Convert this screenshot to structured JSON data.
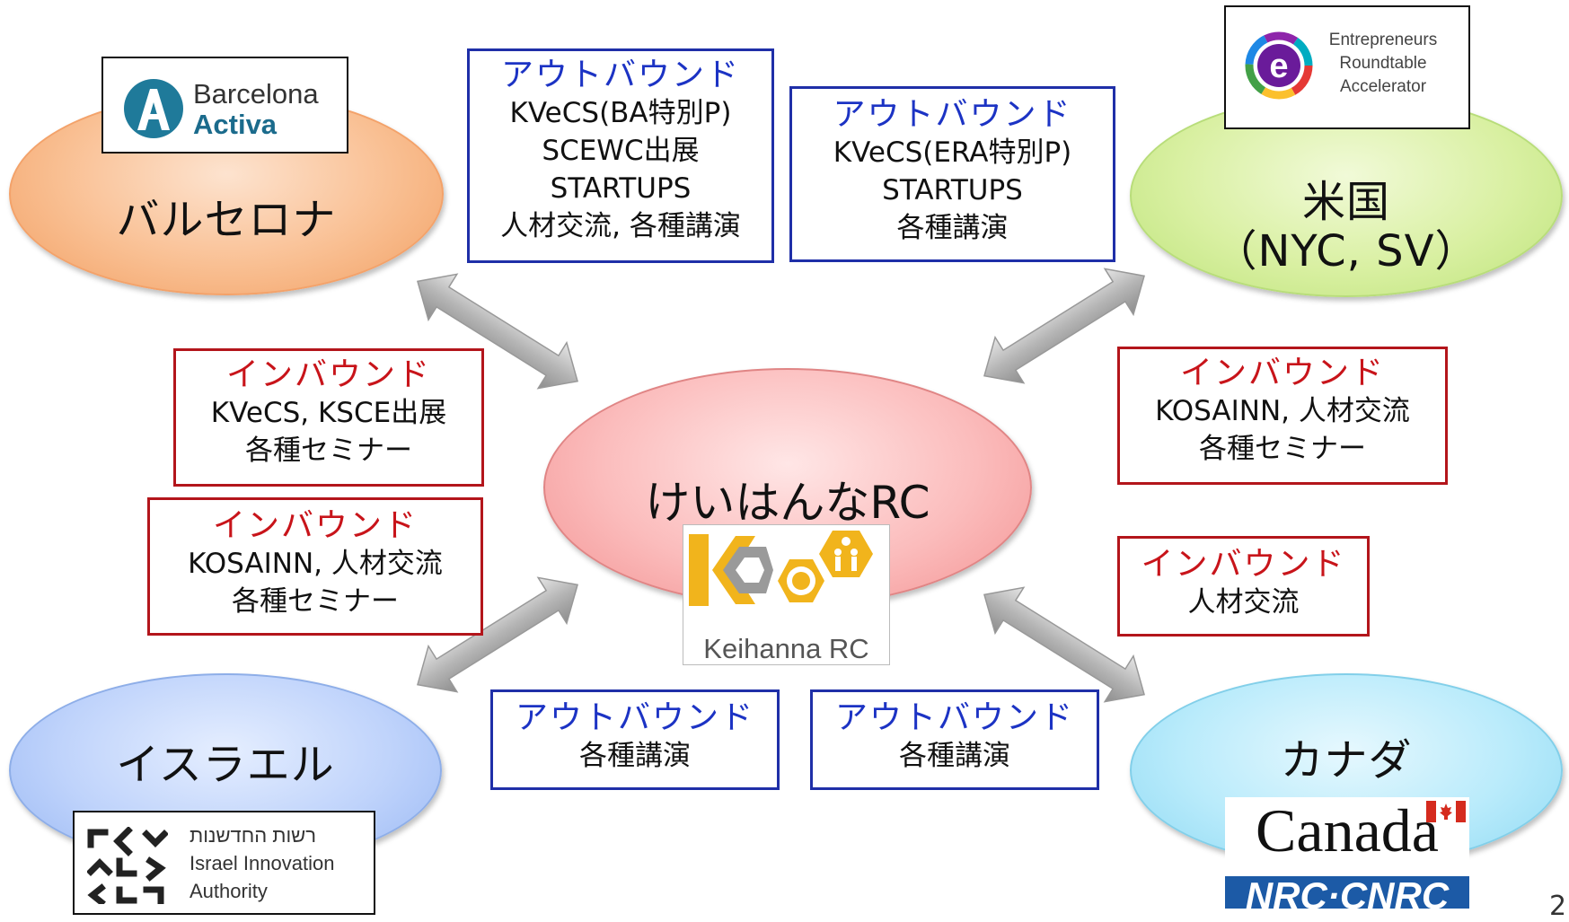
{
  "regions": {
    "barcelona": {
      "name": "バルセロナ"
    },
    "usa": {
      "name_line1": "米国",
      "name_line2": "（NYC, SV）"
    },
    "israel": {
      "name": "イスラエル"
    },
    "canada": {
      "name": "カナダ"
    },
    "center": {
      "name": "けいはんなRC"
    }
  },
  "boxes": {
    "barcelona_outbound": {
      "head": "アウトバウンド",
      "lines": [
        "KVeCS(BA特別P)",
        "SCEWC出展",
        "STARTUPS",
        "人材交流, 各種講演"
      ]
    },
    "usa_outbound": {
      "head": "アウトバウンド",
      "lines": [
        "KVeCS(ERA特別P)",
        "STARTUPS",
        "各種講演"
      ]
    },
    "barcelona_inbound": {
      "head": "インバウンド",
      "lines": [
        "KVeCS, KSCE出展",
        "各種セミナー"
      ]
    },
    "usa_inbound": {
      "head": "インバウンド",
      "lines": [
        "KOSAINN, 人材交流",
        "各種セミナー"
      ]
    },
    "israel_inbound": {
      "head": "インバウンド",
      "lines": [
        "KOSAINN, 人材交流",
        "各種セミナー"
      ]
    },
    "canada_inbound": {
      "head": "インバウンド",
      "lines": [
        "人材交流"
      ]
    },
    "israel_outbound": {
      "head": "アウトバウンド",
      "lines": [
        "各種講演"
      ]
    },
    "canada_outbound": {
      "head": "アウトバウンド",
      "lines": [
        "各種講演"
      ]
    }
  },
  "logos": {
    "barcelona_activa": {
      "line1": "Barcelona",
      "line2": "Activa"
    },
    "era": {
      "line1": "Entrepreneurs",
      "line2": "Roundtable",
      "line3": "Accelerator"
    },
    "israel_innovation": {
      "line1": "רשות החדשנות",
      "line2": "Israel Innovation",
      "line3": "Authority"
    },
    "canada_nrc": {
      "word": "Canada",
      "band": "NRC·CNRC"
    },
    "keihanna_rc": {
      "caption": "Keihanna RC"
    }
  },
  "page_number": "2",
  "colors": {
    "outbound_border": "#1f2fa8",
    "outbound_text": "#1c33c4",
    "inbound_border": "#b3151b",
    "inbound_text": "#c8141a"
  }
}
